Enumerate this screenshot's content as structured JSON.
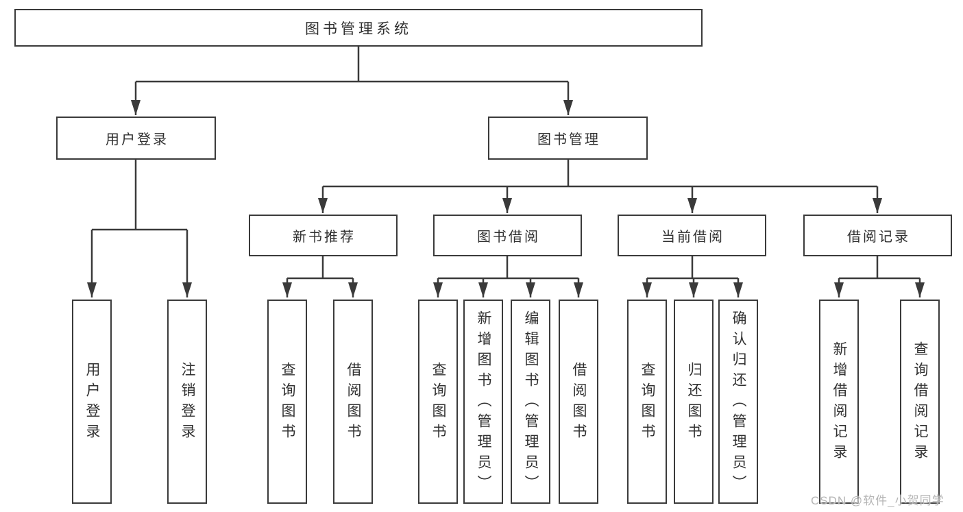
{
  "diagram": {
    "title": "图书管理系统",
    "level2": {
      "user_login": "用户登录",
      "book_mgmt": "图书管理"
    },
    "level3": {
      "new_books": "新书推荐",
      "book_borrow": "图书借阅",
      "current_borrow": "当前借阅",
      "borrow_records": "借阅记录"
    },
    "level4": {
      "user_login_leaf": "用户登录",
      "logout_leaf": "注销登录",
      "nb_query_books": "查询图书",
      "nb_borrow_books": "借阅图书",
      "bb_query_books": "查询图书",
      "bb_add_books_admin": "新增图书（管理员）",
      "bb_edit_books_admin": "编辑图书（管理员）",
      "bb_borrow_books": "借阅图书",
      "cb_query_books": "查询图书",
      "cb_return_books": "归还图书",
      "cb_confirm_return_admin": "确认归还（管理员）",
      "br_add_record": "新增借阅记录",
      "br_query_record": "查询借阅记录"
    }
  },
  "watermark": "CSDN @软件_小贺同学",
  "colors": {
    "line": "#3a3a3a",
    "text": "#303030",
    "watermark": "#b5b5b5"
  }
}
